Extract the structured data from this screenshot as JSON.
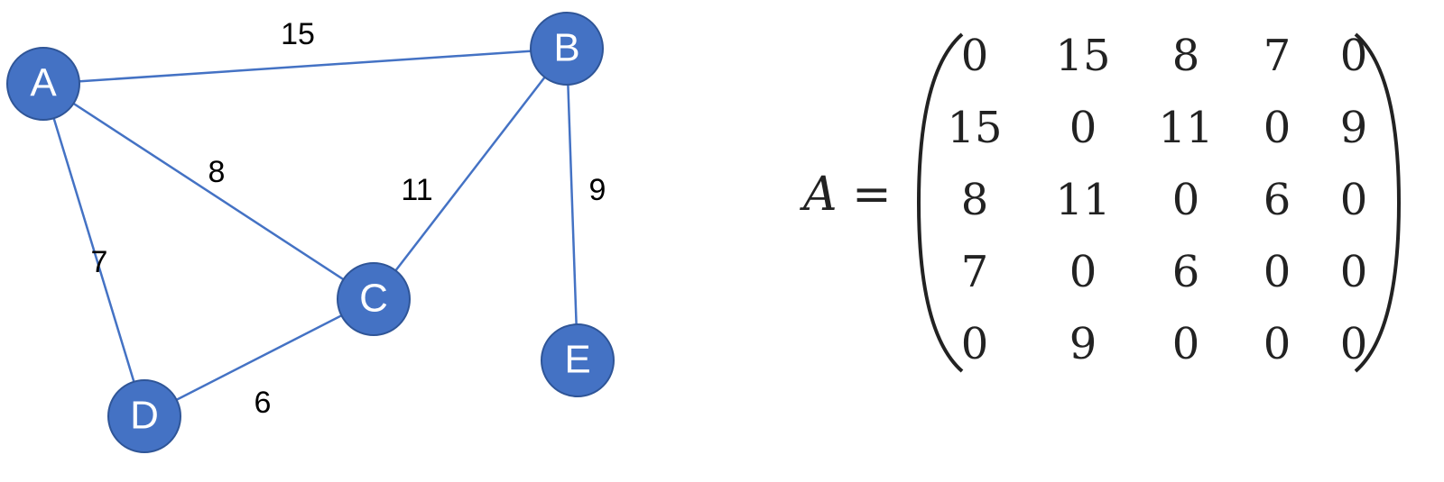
{
  "graph": {
    "nodes": [
      {
        "id": "A",
        "label": "A"
      },
      {
        "id": "B",
        "label": "B"
      },
      {
        "id": "C",
        "label": "C"
      },
      {
        "id": "D",
        "label": "D"
      },
      {
        "id": "E",
        "label": "E"
      }
    ],
    "edges": [
      {
        "from": "A",
        "to": "B",
        "weight": "15"
      },
      {
        "from": "A",
        "to": "C",
        "weight": "8"
      },
      {
        "from": "B",
        "to": "C",
        "weight": "11"
      },
      {
        "from": "A",
        "to": "D",
        "weight": "7"
      },
      {
        "from": "B",
        "to": "E",
        "weight": "9"
      },
      {
        "from": "D",
        "to": "C",
        "weight": "6"
      }
    ],
    "colors": {
      "node_fill": "#4472C4",
      "node_stroke": "#2F5597",
      "edge": "#4472C4",
      "node_text": "#ffffff",
      "weight_text": "#000000"
    }
  },
  "matrix": {
    "name": "A",
    "equals": "=",
    "rows": [
      [
        "0",
        "15",
        "8",
        "7",
        "0"
      ],
      [
        "15",
        "0",
        "11",
        "0",
        "9"
      ],
      [
        "8",
        "11",
        "0",
        "6",
        "0"
      ],
      [
        "7",
        "0",
        "6",
        "0",
        "0"
      ],
      [
        "0",
        "9",
        "0",
        "0",
        "0"
      ]
    ]
  }
}
